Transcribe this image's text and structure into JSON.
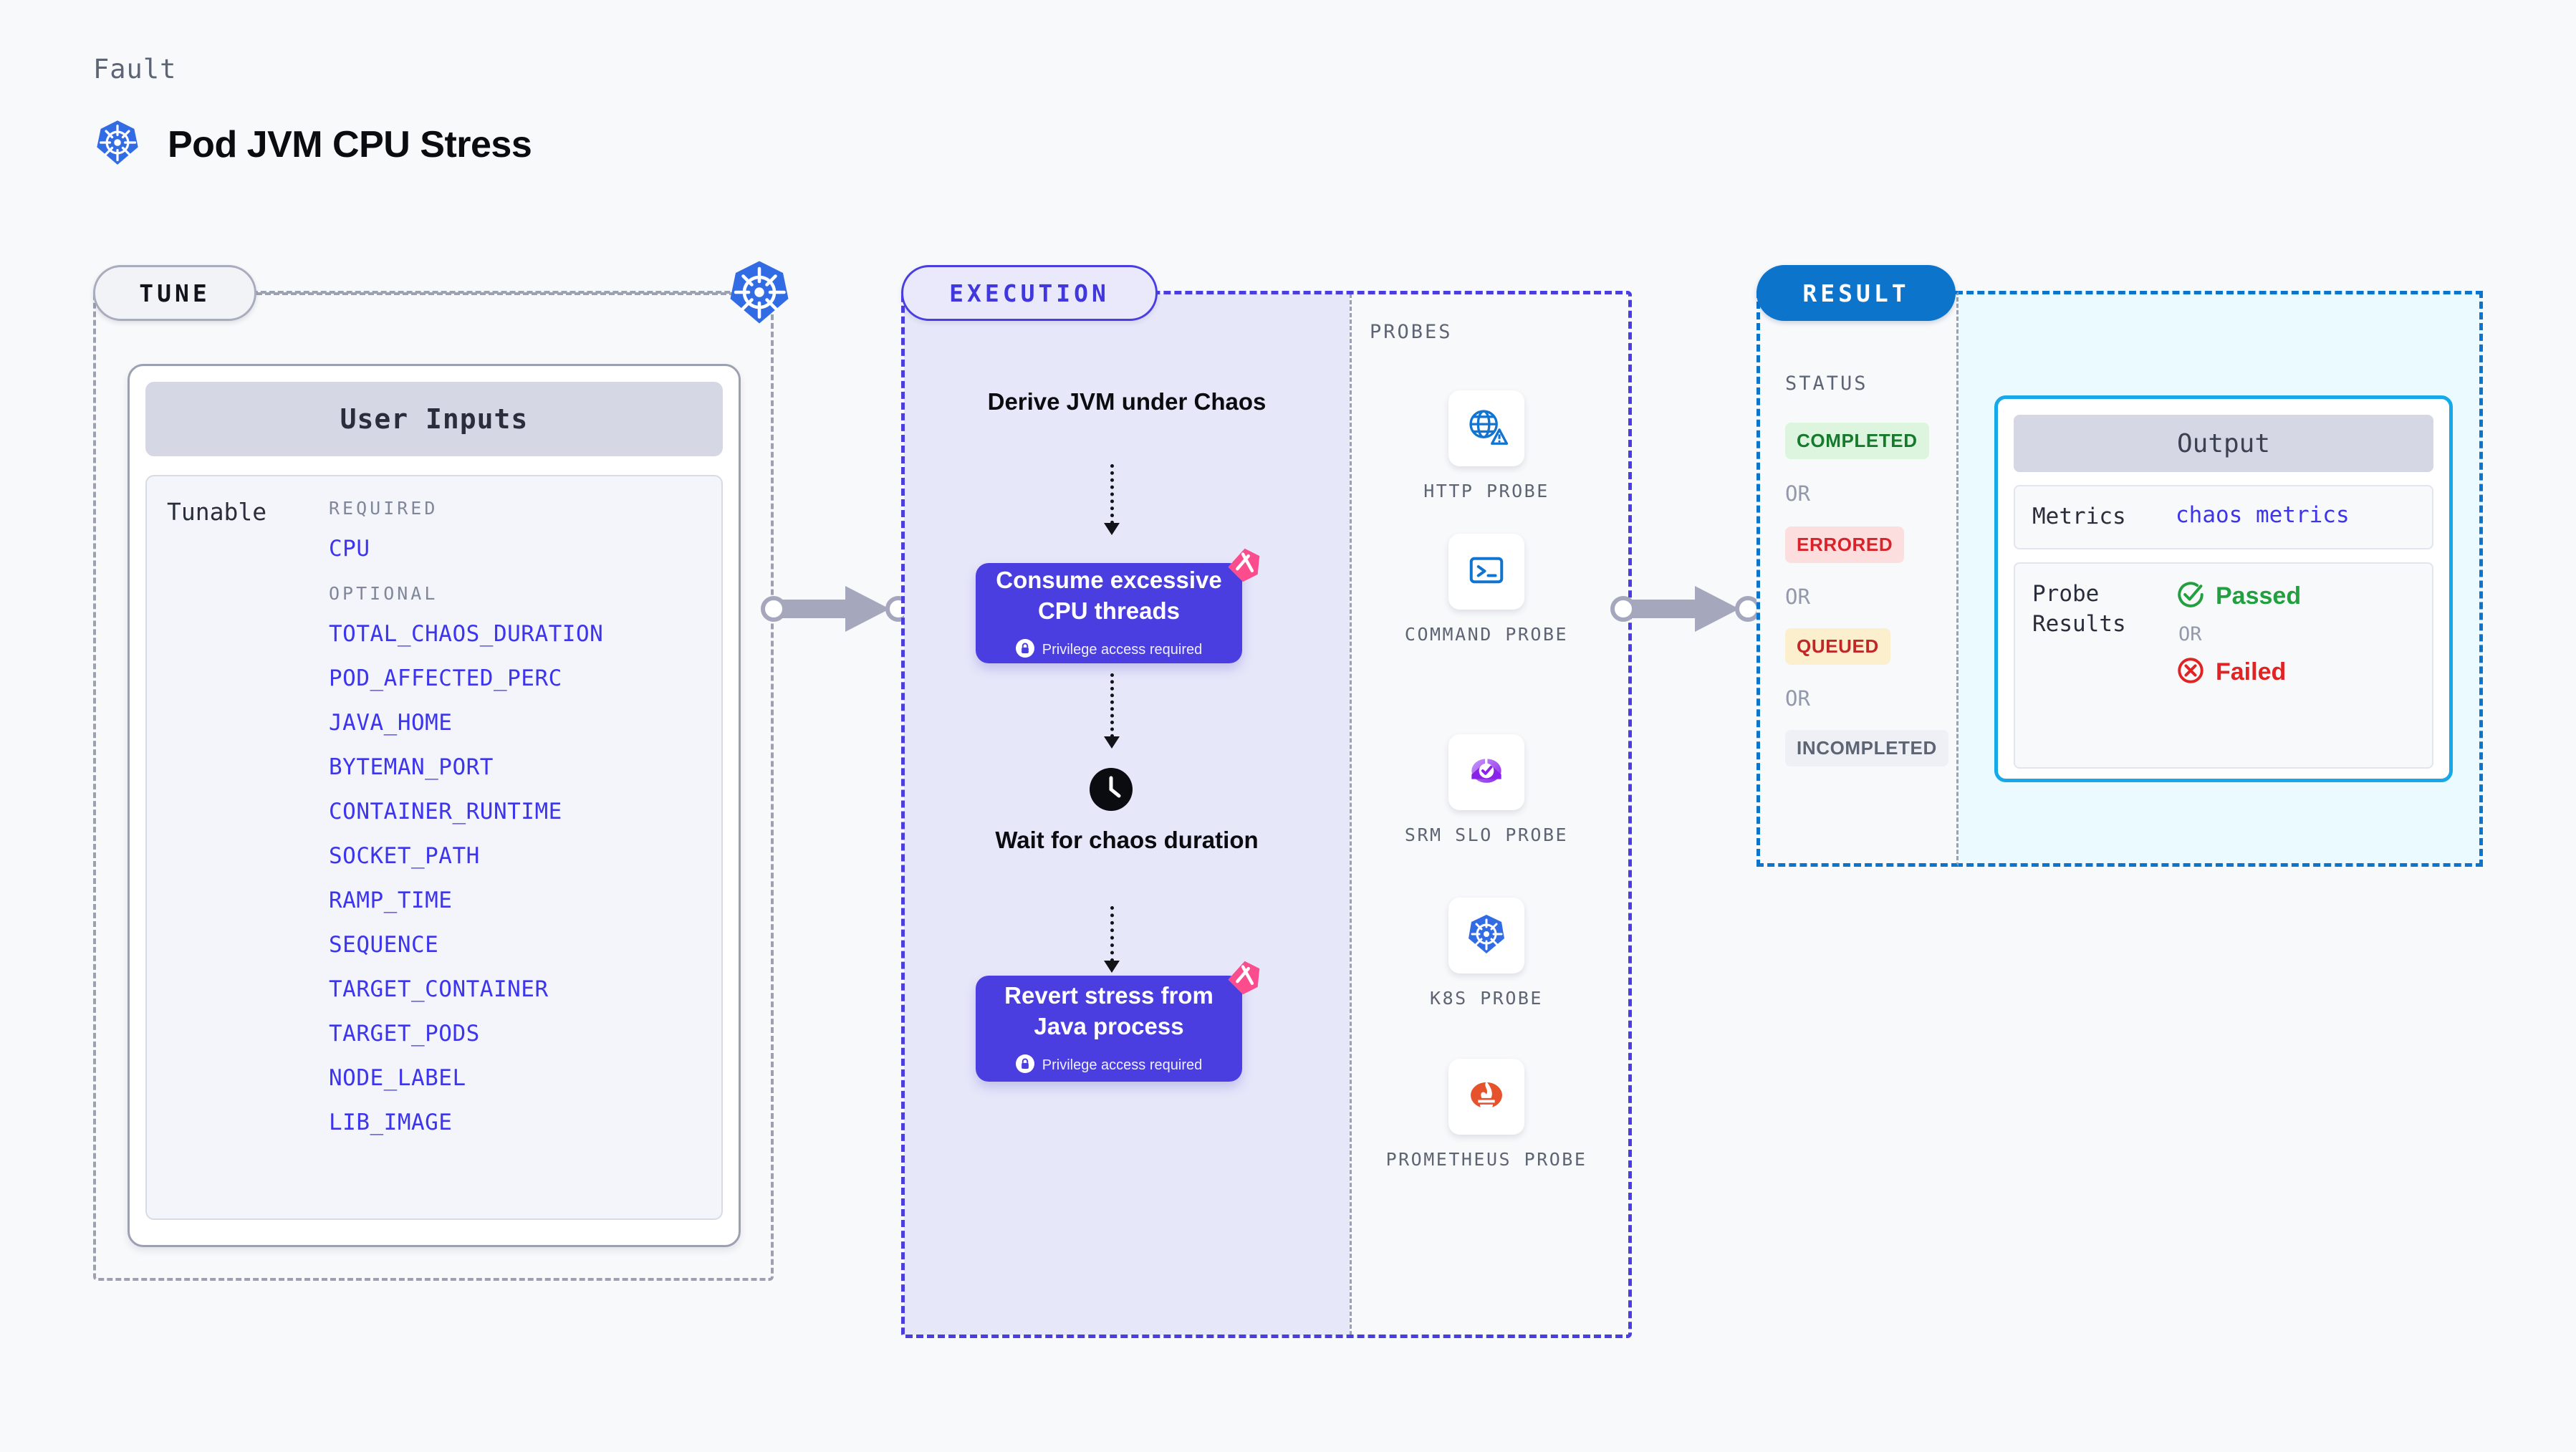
{
  "header": {
    "eyebrow": "Fault",
    "title": "Pod JVM CPU Stress",
    "icon": "kubernetes-icon"
  },
  "tune": {
    "pill_label": "TUNE",
    "card_header": "User Inputs",
    "tunable_label": "Tunable",
    "required_header": "REQUIRED",
    "optional_header": "OPTIONAL",
    "required_params": [
      "CPU"
    ],
    "optional_params": [
      "TOTAL_CHAOS_DURATION",
      "POD_AFFECTED_PERC",
      "JAVA_HOME",
      "BYTEMAN_PORT",
      "CONTAINER_RUNTIME",
      "SOCKET_PATH",
      "RAMP_TIME",
      "SEQUENCE",
      "TARGET_CONTAINER",
      "TARGET_PODS",
      "NODE_LABEL",
      "LIB_IMAGE"
    ],
    "connector_icon": "kubernetes-icon"
  },
  "execution": {
    "pill_label": "EXECUTION",
    "step_1": "Derive JVM under Chaos",
    "card_1": {
      "title": "Consume excessive CPU threads",
      "privilege": "Privilege access required",
      "badge_icon": "litmus-logo-icon",
      "lock_icon": "lock-icon"
    },
    "wait_step": {
      "icon": "clock-icon",
      "label": "Wait for chaos duration"
    },
    "card_2": {
      "title": "Revert stress from Java process",
      "privilege": "Privilege access required",
      "badge_icon": "litmus-logo-icon",
      "lock_icon": "lock-icon"
    }
  },
  "probes": {
    "section_label": "PROBES",
    "items": [
      {
        "name": "HTTP PROBE",
        "icon": "globe-warning-icon"
      },
      {
        "name": "COMMAND PROBE",
        "icon": "terminal-icon"
      },
      {
        "name": "SRM SLO PROBE",
        "icon": "slo-check-icon"
      },
      {
        "name": "K8S PROBE",
        "icon": "kubernetes-icon"
      },
      {
        "name": "PROMETHEUS PROBE",
        "icon": "prometheus-icon"
      }
    ]
  },
  "result": {
    "pill_label": "RESULT",
    "status_label": "STATUS",
    "or_label": "OR",
    "statuses": [
      {
        "label": "COMPLETED",
        "color": "#157a2c",
        "bg": "#ddf5df"
      },
      {
        "label": "ERRORED",
        "color": "#d8232a",
        "bg": "#fcdede"
      },
      {
        "label": "QUEUED",
        "color": "#c22727",
        "bg": "#fcefcd"
      },
      {
        "label": "INCOMPLETED",
        "color": "#5d6473",
        "bg": "#eef0f5"
      }
    ],
    "output": {
      "header": "Output",
      "metrics_key": "Metrics",
      "metrics_value": "chaos metrics",
      "probe_results_key": "Probe Results",
      "passed_label": "Passed",
      "or_label": "OR",
      "failed_label": "Failed",
      "passed_icon": "check-circle-icon",
      "failed_icon": "x-circle-icon"
    }
  },
  "colors": {
    "accent_indigo": "#4a3ee0",
    "accent_blue": "#0d74cc",
    "param_blue": "#3d35ee",
    "pink_badge": "#fb4d8d",
    "cyan_border": "#16a8e8"
  }
}
